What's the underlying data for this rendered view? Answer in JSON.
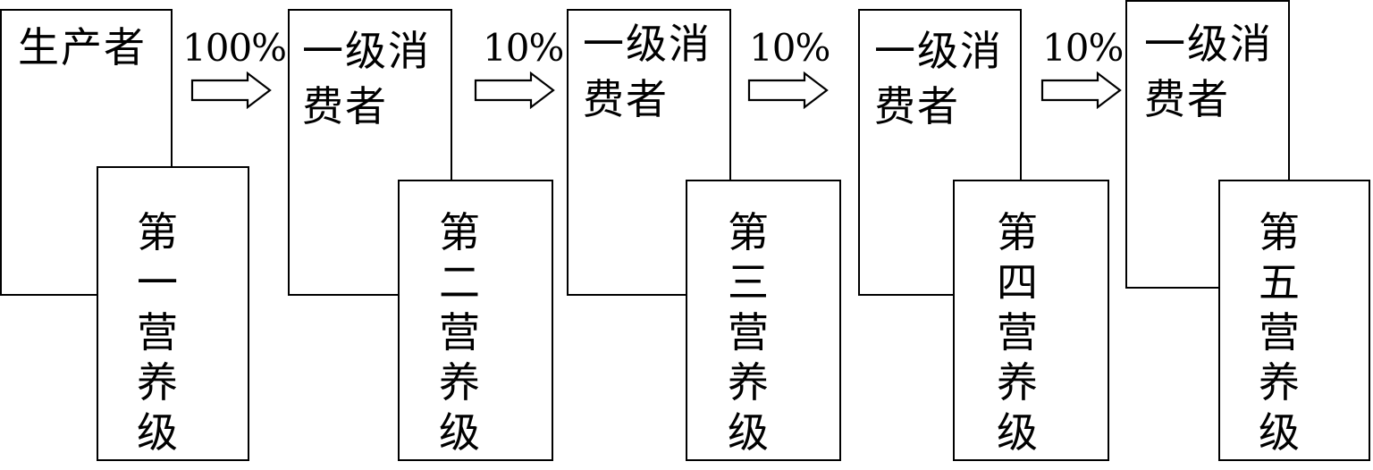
{
  "stages": [
    {
      "organism": "生产者",
      "level": "第一营养级"
    },
    {
      "organism": "一级消费者",
      "level": "第二营养级"
    },
    {
      "organism": "一级消费者",
      "level": "第三营养级"
    },
    {
      "organism": "一级消费者",
      "level": "第四营养级"
    },
    {
      "organism": "一级消费者",
      "level": "第五营养级"
    }
  ],
  "transfers": [
    "100%",
    "10%",
    "10%",
    "10%"
  ]
}
